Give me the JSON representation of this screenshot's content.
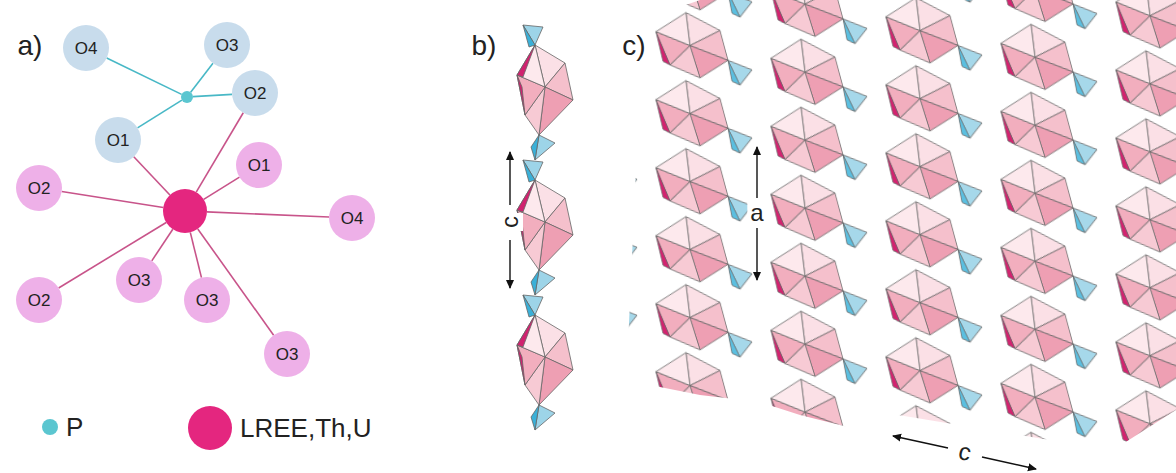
{
  "diagram": {
    "nodes": [
      {
        "text": [
          "O4"
        ]
      },
      {
        "text": [
          "O3"
        ]
      },
      {
        "text": [
          "O2"
        ]
      },
      {
        "text": [
          "O1"
        ]
      },
      {
        "text": [
          "O2"
        ]
      },
      {
        "text": [
          "O1"
        ]
      },
      {
        "text": [
          "O4"
        ]
      },
      {
        "text": [
          "O2"
        ]
      },
      {
        "text": [
          "O3"
        ]
      },
      {
        "text": [
          "O3"
        ]
      },
      {
        "text": [
          "O3"
        ]
      }
    ],
    "labels": [
      "a)",
      "b)",
      "c)",
      "c",
      "a",
      "c"
    ],
    "legend": [
      {
        "text": "P",
        "color": "#5bc6d0"
      },
      {
        "text": "LREE,Th,U",
        "color": "#e4267f"
      }
    ]
  }
}
